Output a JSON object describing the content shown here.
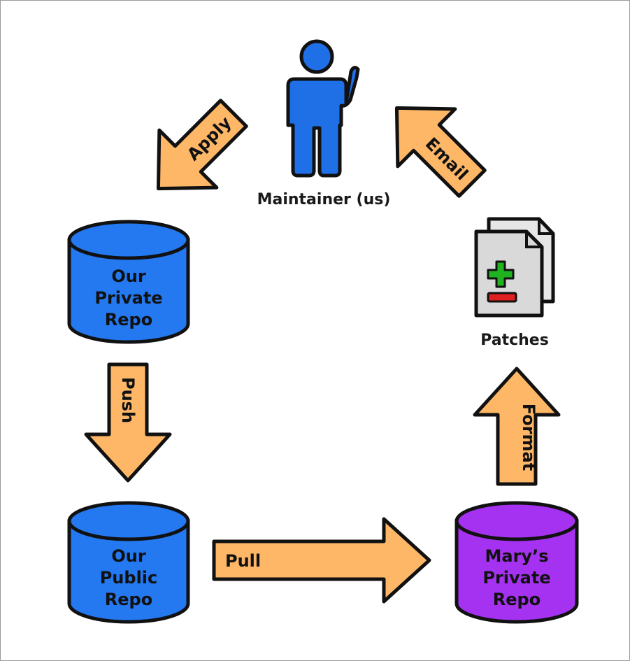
{
  "diagram": {
    "maintainer_label": "Maintainer (us)",
    "patches_label": "Patches",
    "repos": {
      "our_private": [
        "Our",
        "Private",
        "Repo"
      ],
      "our_public": [
        "Our",
        "Public",
        "Repo"
      ],
      "marys_private": [
        "Mary’s",
        "Private",
        "Repo"
      ]
    },
    "arrows": {
      "apply": "Apply",
      "push": "Push",
      "pull": "Pull",
      "format": "Format",
      "email": "Email"
    },
    "colors": {
      "arrow_fill": "#fdb767",
      "repo_blue": "#2478f0",
      "repo_purple": "#a532f0",
      "person_blue": "#1f6fe6",
      "outline": "#111111",
      "plus_green": "#1fb31f",
      "minus_red": "#e02020",
      "document": "#d9d9d9"
    },
    "icons": [
      "person-icon",
      "document-stack-icon",
      "database-cylinder-icon"
    ]
  }
}
